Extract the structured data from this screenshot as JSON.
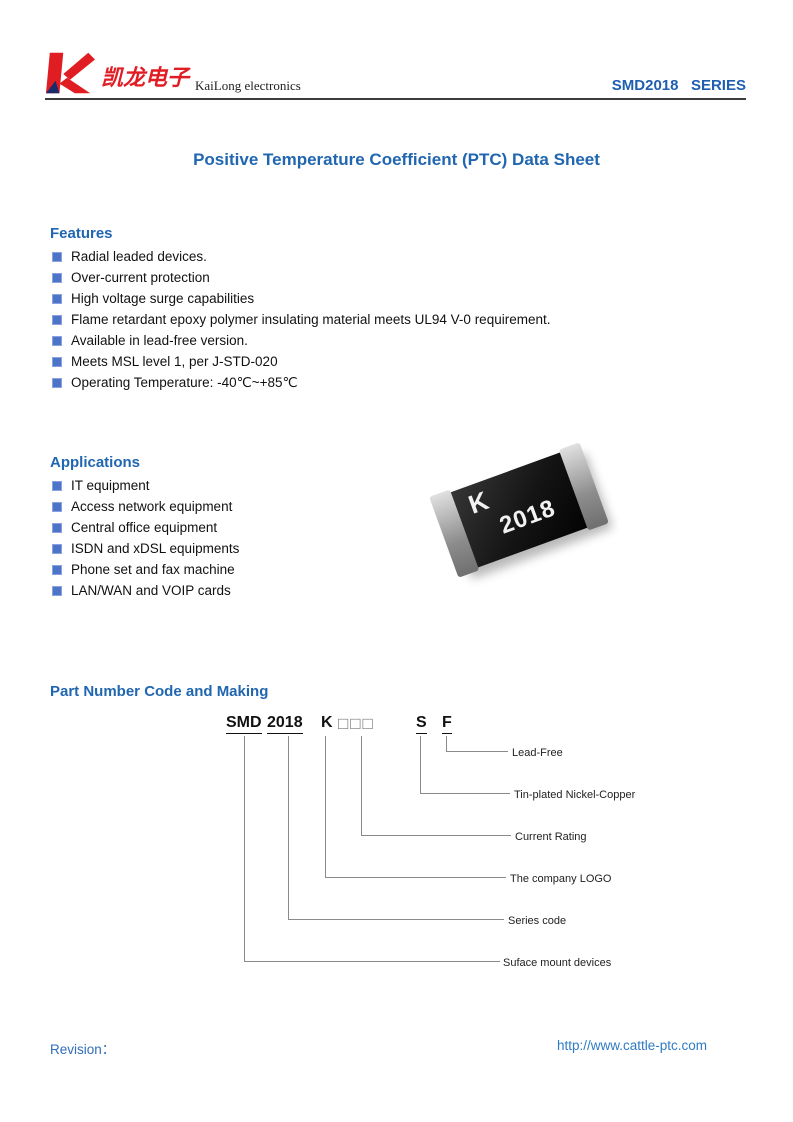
{
  "header": {
    "logo_chinese": "凯龙电子",
    "logo_subtext": "KaiLong electronics",
    "series": "SMD2018   SERIES"
  },
  "title": "Positive Temperature Coefficient (PTC) Data Sheet",
  "features": {
    "heading": "Features",
    "items": [
      "Radial leaded devices.",
      "Over-current protection",
      "High voltage surge capabilities",
      "Flame retardant epoxy polymer insulating material meets UL94 V-0 requirement.",
      "Available in lead-free version.",
      "Meets MSL level 1, per J-STD-020",
      "Operating Temperature: -40℃~+85℃"
    ]
  },
  "applications": {
    "heading": "Applications",
    "items": [
      "IT equipment",
      "Access network equipment",
      "Central office equipment",
      "ISDN and xDSL equipments",
      "Phone set and fax machine",
      "LAN/WAN and VOIP cards"
    ]
  },
  "chip": {
    "marking_logo": "K",
    "marking_series": "2018"
  },
  "part_number": {
    "heading": "Part Number Code and Making",
    "segments": [
      "SMD",
      "2018",
      "K",
      "□□□",
      "S",
      "F"
    ],
    "labels": [
      "Lead-Free",
      "Tin-plated Nickel-Copper",
      "Current Rating",
      "The company LOGO",
      "Series code",
      "Suface mount devices"
    ]
  },
  "footer": {
    "revision": "Revision：",
    "url": "http://www.cattle-ptc.com"
  },
  "colors": {
    "accent_blue": "#2166b0",
    "logo_red": "#e11d24",
    "bullet_blue": "#4d74c8",
    "link_blue": "#2f7bc4"
  }
}
